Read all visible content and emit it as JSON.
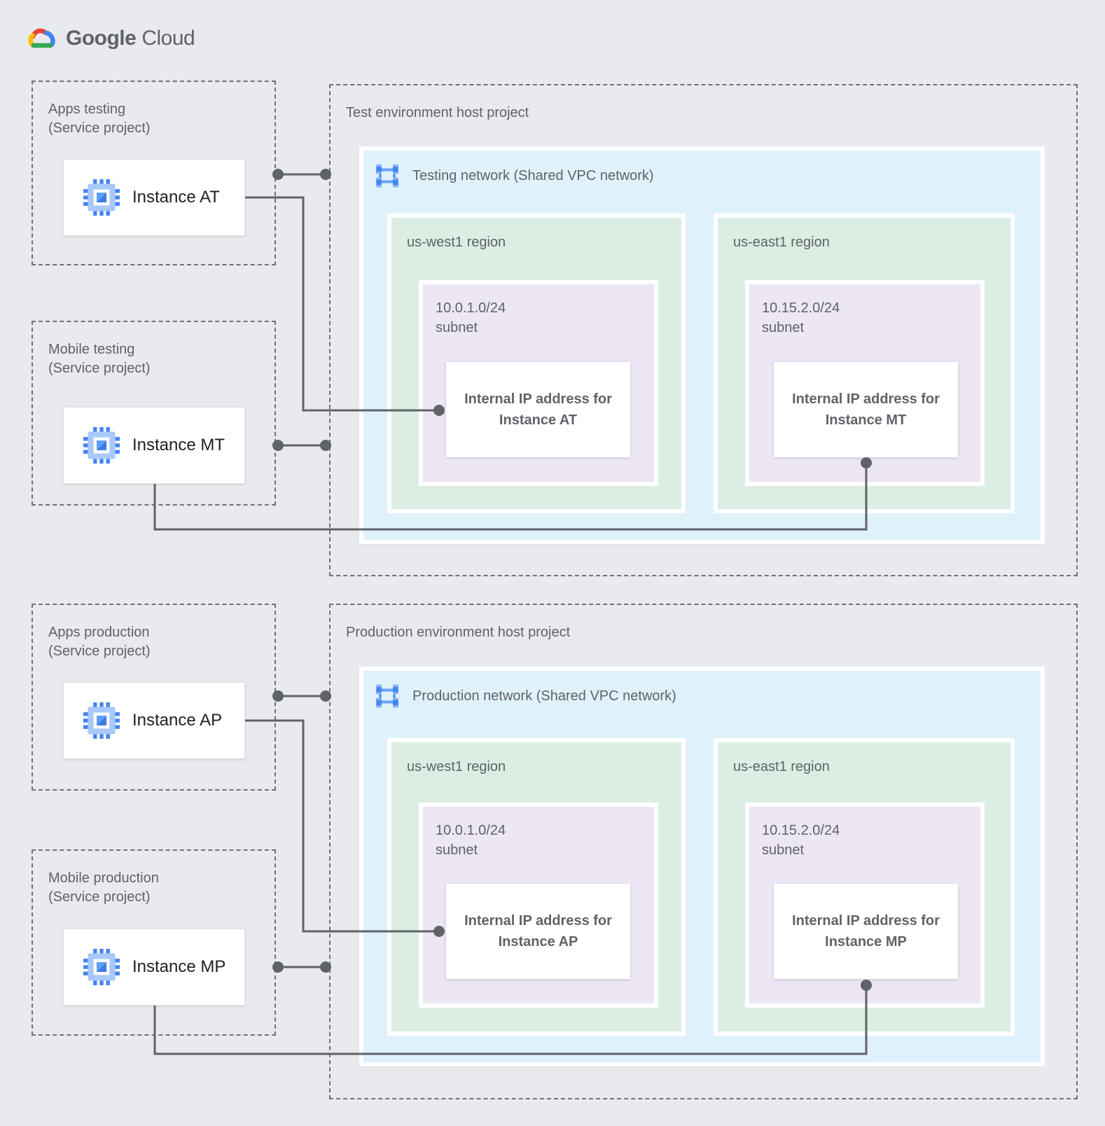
{
  "logo": {
    "brand": "Google",
    "product": "Cloud"
  },
  "service_projects": [
    {
      "title": "Apps testing",
      "subtitle": "(Service project)",
      "instance": "Instance AT"
    },
    {
      "title": "Mobile testing",
      "subtitle": "(Service project)",
      "instance": "Instance MT"
    },
    {
      "title": "Apps production",
      "subtitle": "(Service project)",
      "instance": "Instance AP"
    },
    {
      "title": "Mobile production",
      "subtitle": "(Service project)",
      "instance": "Instance MP"
    }
  ],
  "host_projects": [
    {
      "title": "Test environment host project",
      "network_label": "Testing network (Shared VPC network)",
      "regions": [
        {
          "name": "us-west1 region",
          "cidr": "10.0.1.0/24",
          "subnet_word": "subnet",
          "ip_card": {
            "line1": "Internal IP address for",
            "line2": "Instance AT"
          }
        },
        {
          "name": "us-east1 region",
          "cidr": "10.15.2.0/24",
          "subnet_word": "subnet",
          "ip_card": {
            "line1": "Internal IP address for",
            "line2": "Instance MT"
          }
        }
      ]
    },
    {
      "title": "Production environment host project",
      "network_label": "Production network (Shared VPC network)",
      "regions": [
        {
          "name": "us-west1 region",
          "cidr": "10.0.1.0/24",
          "subnet_word": "subnet",
          "ip_card": {
            "line1": "Internal IP address for",
            "line2": "Instance AP"
          }
        },
        {
          "name": "us-east1 region",
          "cidr": "10.15.2.0/24",
          "subnet_word": "subnet",
          "ip_card": {
            "line1": "Internal IP address for",
            "line2": "Instance MP"
          }
        }
      ]
    }
  ],
  "colors": {
    "page_bg": "#E8EAED",
    "network_fill": "#DFF1FB",
    "region_fill": "#DCEEE3",
    "subnet_fill": "#ECE6F5",
    "connector": "#5F6368",
    "dashed_border": "#6E7276",
    "gcp_blue": "#4285F4",
    "gcp_red": "#EA4335",
    "gcp_yellow": "#FBBC04",
    "gcp_green": "#34A853"
  }
}
